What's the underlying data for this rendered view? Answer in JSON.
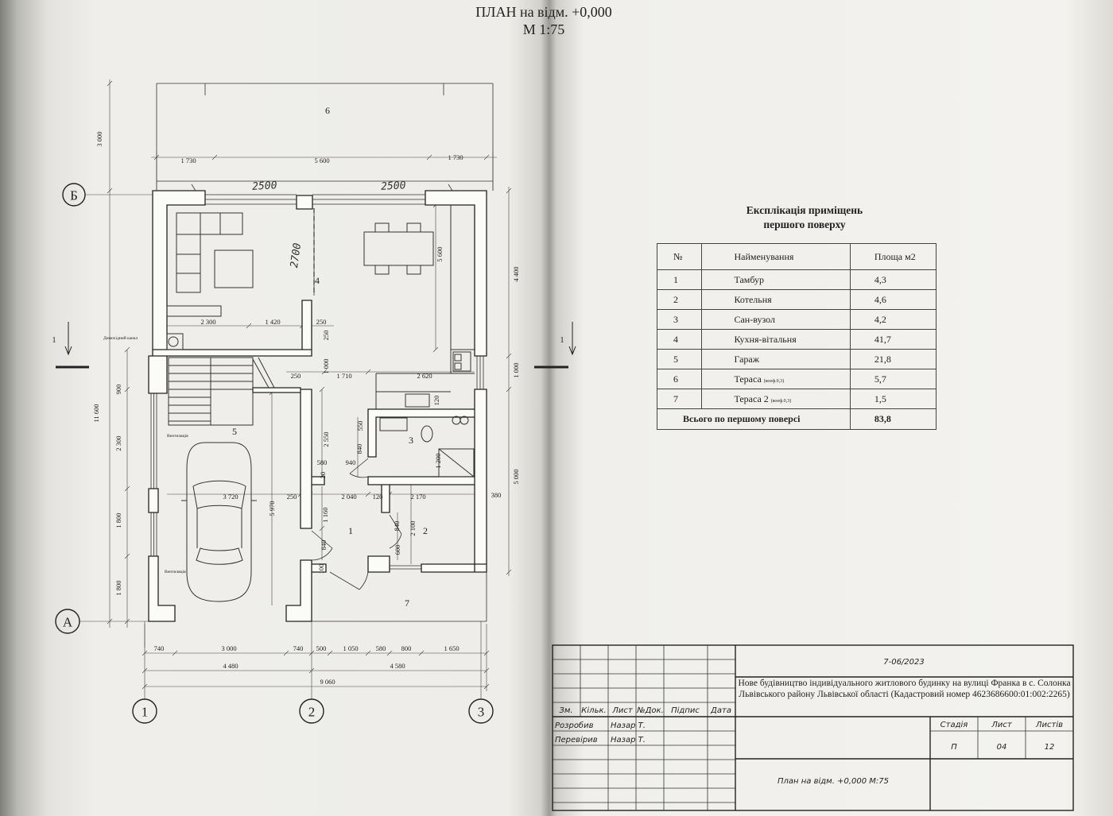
{
  "colors": {
    "paper": "#efeeea",
    "ink": "#222222"
  },
  "drawing": {
    "title": "ПЛАН на відм. +0,000",
    "scale": "М 1:75",
    "axes": {
      "b": "Б",
      "a": "А",
      "n1": "1",
      "n2": "2",
      "n3": "3"
    },
    "section_mark": "1",
    "rooms": {
      "r1": "1",
      "r2": "2",
      "r3": "3",
      "r4": "4",
      "r5": "5",
      "r6": "6",
      "r7": "7"
    },
    "handwritten": [
      "2500",
      "2500",
      "2700"
    ],
    "notes": {
      "chimney": "Димохідний канал",
      "vent1": "Вентиляція",
      "vent2": "Вентиляція"
    },
    "dims": [
      "3 000",
      "1 730",
      "5 600",
      "1 730",
      "11 600",
      "900",
      "2 300",
      "1 800",
      "1 800",
      "4 400",
      "1 000",
      "5 000",
      "5 600",
      "2 300",
      "1 420",
      "250",
      "250",
      "250",
      "1 000",
      "1 710",
      "2 620",
      "120",
      "2 550",
      "550",
      "840",
      "1 200",
      "580",
      "940",
      "20",
      "3 720",
      "250",
      "5 970",
      "2 040",
      "120",
      "2 170",
      "380",
      "1 160",
      "840",
      "2 100",
      "840",
      "600",
      "100",
      "740",
      "3 000",
      "740",
      "500",
      "1 050",
      "580",
      "800",
      "1 650",
      "4 480",
      "4 580",
      "9 060"
    ]
  },
  "explication": {
    "title_line1": "Експлікація приміщень",
    "title_line2": "першого поверху",
    "headers": [
      "№",
      "Найменування",
      "Площа м2"
    ],
    "rows": [
      {
        "num": "1",
        "name": "Тамбур",
        "note": "",
        "area": "4,3"
      },
      {
        "num": "2",
        "name": "Котельня",
        "note": "",
        "area": "4,6"
      },
      {
        "num": "3",
        "name": "Сан-вузол",
        "note": "",
        "area": "4,2"
      },
      {
        "num": "4",
        "name": "Кухня-вітальня",
        "note": "",
        "area": "41,7"
      },
      {
        "num": "5",
        "name": "Гараж",
        "note": "",
        "area": "21,8"
      },
      {
        "num": "6",
        "name": "Тераса",
        "note": "(коеф.0,3)",
        "area": "5,7"
      },
      {
        "num": "7",
        "name": "Тераса 2",
        "note": "(коеф.0,3)",
        "area": "1,5"
      }
    ],
    "total_label": "Всього по першому поверсі",
    "total_area": "83,8"
  },
  "title_block": {
    "code": "7-06/2023",
    "project": "Нове будівництво індивідуального житлового будинку  на вулиці Франка в с. Солонка Львівського району Львівської області (Кадастровий номер 4623686600:01:002:2265)",
    "col_headers": [
      "Зм.",
      "Кільк.",
      "Лист",
      "№Док.",
      "Підпис",
      "Дата"
    ],
    "developed_label": "Розробив",
    "developed_name": "Назар Т.",
    "checked_label": "Перевірив",
    "checked_name": "Назар Т.",
    "stage_header": "Стадія",
    "sheet_header": "Лист",
    "sheets_header": "Листів",
    "stage": "П",
    "sheet": "04",
    "sheets": "12",
    "sheet_title": "План на відм. +0,000 М:75"
  }
}
